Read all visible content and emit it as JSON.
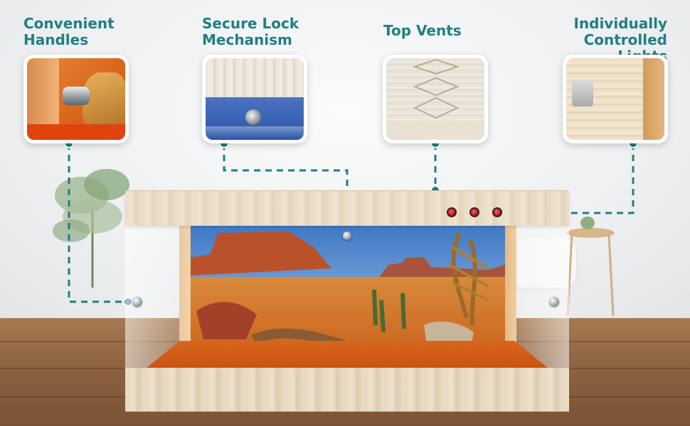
{
  "features": [
    {
      "id": "handles",
      "title_lines": [
        "Convenient",
        "Handles"
      ]
    },
    {
      "id": "lock",
      "title_lines": [
        "Secure Lock",
        "Mechanism"
      ]
    },
    {
      "id": "vents",
      "title_lines": [
        "Top Vents"
      ]
    },
    {
      "id": "lights",
      "title_lines": [
        "Individually",
        "Controlled Lights"
      ]
    }
  ],
  "colors": {
    "accent": "#1f7f86",
    "connector": "#1f7f86",
    "light_switch": "#c0151a"
  },
  "icons": {
    "handle": "metal-knob-icon",
    "lock": "lock-knob-icon",
    "light": "light-switch-icon"
  }
}
